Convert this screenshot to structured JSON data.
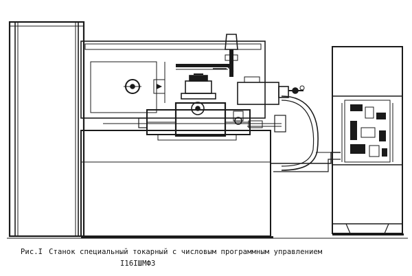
{
  "figure": {
    "caption_label": "Рис.I",
    "caption_text": "Станок специальный токарный с числовым программным управлением",
    "model_code": "I16IШМФ3",
    "ink_color": "#1a1a1a",
    "paper_color": "#ffffff"
  }
}
